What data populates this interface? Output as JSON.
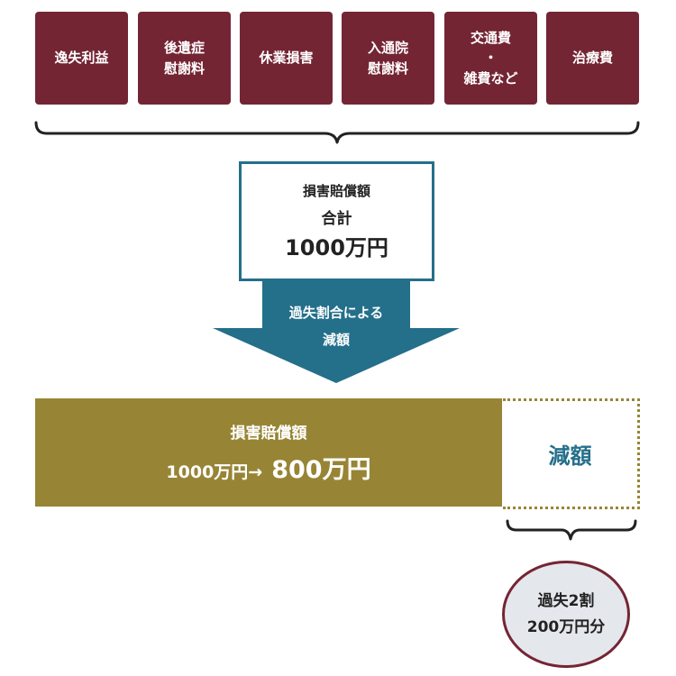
{
  "colors": {
    "maroon": "#742534",
    "teal": "#246f8a",
    "olive": "#978535",
    "dark": "#222222",
    "circle_fill": "#e4e7ec"
  },
  "items": [
    {
      "lines": [
        "逸失利益"
      ]
    },
    {
      "lines": [
        "後遺症",
        "慰謝料"
      ]
    },
    {
      "lines": [
        "休業損害"
      ]
    },
    {
      "lines": [
        "入通院",
        "慰謝料"
      ]
    },
    {
      "lines": [
        "交通費",
        "・",
        "雑費など"
      ]
    },
    {
      "lines": [
        "治療費"
      ]
    }
  ],
  "total": {
    "label": "損害賠償額",
    "sublabel": "合計",
    "amount": "1000万円"
  },
  "arrow": {
    "line1": "過失割合による",
    "line2": "減額"
  },
  "result": {
    "label": "損害賠償額",
    "from": "1000万円",
    "arrow": "→",
    "to": "800万円"
  },
  "reduction": {
    "label": "減額"
  },
  "circle": {
    "line1": "過失2割",
    "line2": "200万円分"
  }
}
